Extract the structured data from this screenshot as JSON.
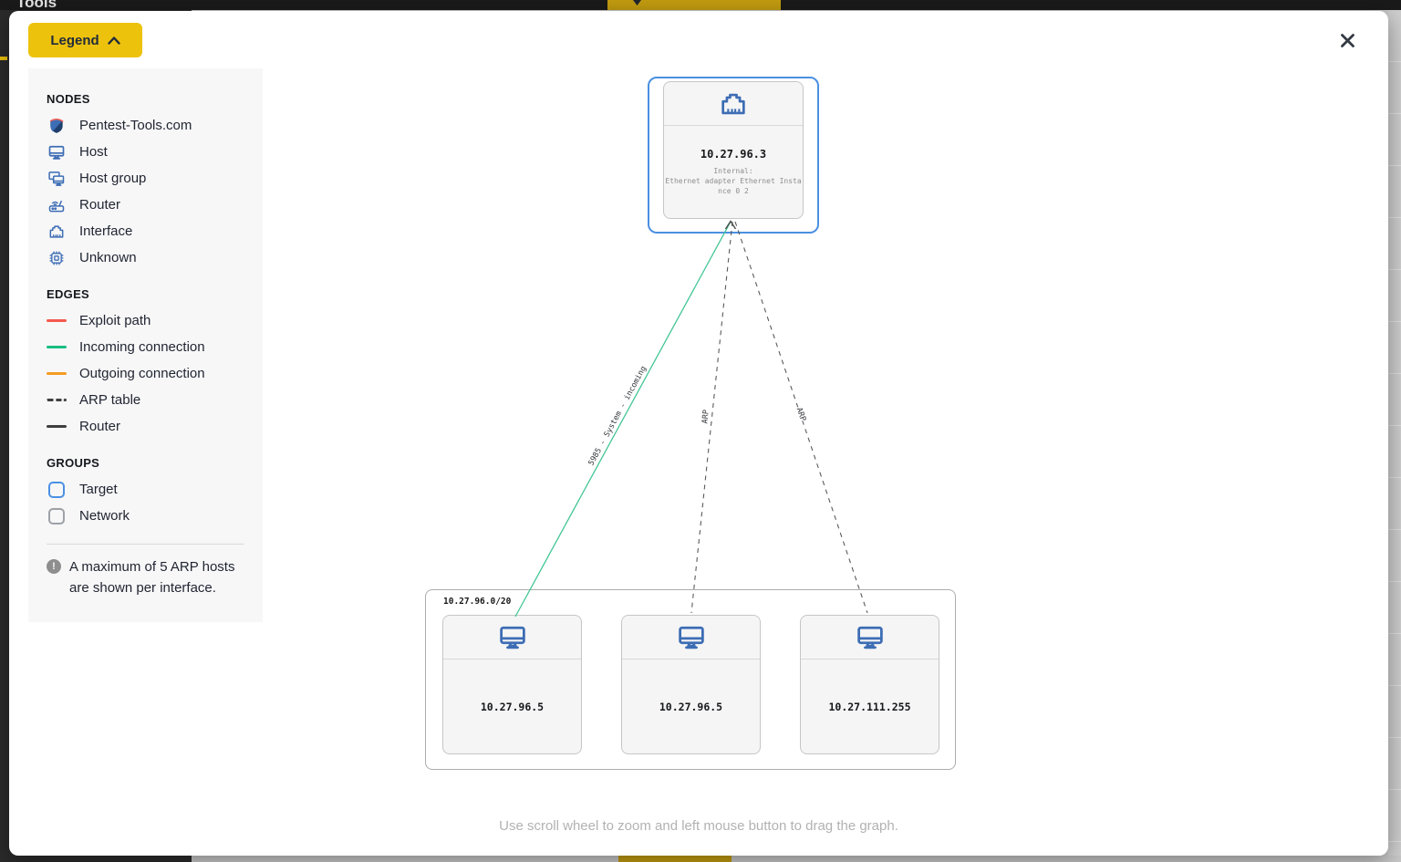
{
  "page": {
    "header_title": "Tools",
    "hint": "Use scroll wheel to zoom and left mouse button to drag the graph."
  },
  "legend": {
    "button_label": "Legend",
    "nodes": {
      "title": "NODES",
      "items": [
        {
          "icon": "pentest-tools-logo",
          "label": "Pentest-Tools.com"
        },
        {
          "icon": "host-monitor",
          "label": "Host"
        },
        {
          "icon": "host-group-monitors",
          "label": "Host group"
        },
        {
          "icon": "router",
          "label": "Router"
        },
        {
          "icon": "ethernet-interface",
          "label": "Interface"
        },
        {
          "icon": "unknown-chip",
          "label": "Unknown"
        }
      ]
    },
    "edges": {
      "title": "EDGES",
      "items": [
        {
          "label": "Exploit path",
          "color": "#f4584e",
          "style": "solid"
        },
        {
          "label": "Incoming connection",
          "color": "#18bd7f",
          "style": "solid"
        },
        {
          "label": "Outgoing connection",
          "color": "#f59c20",
          "style": "solid"
        },
        {
          "label": "ARP table",
          "color": "#3f3f3f",
          "style": "dashed"
        },
        {
          "label": "Router",
          "color": "#3f3f3f",
          "style": "solid"
        }
      ]
    },
    "groups": {
      "title": "GROUPS",
      "items": [
        {
          "label": "Target",
          "color": "#4a90e2"
        },
        {
          "label": "Network",
          "color": "#9da1a6"
        }
      ]
    },
    "note": "A maximum of 5 ARP hosts are shown per interface."
  },
  "graph": {
    "interface_node": {
      "ip": "10.27.96.3",
      "details": [
        "Internal:",
        "Ethernet adapter Ethernet Insta",
        "nce 0 2"
      ]
    },
    "network_group": {
      "label": "10.27.96.0/20",
      "hosts": [
        "10.27.96.5",
        "10.27.96.5",
        "10.27.111.255"
      ]
    },
    "edges": [
      {
        "label": "5985 - System - incoming",
        "type": "incoming-connection"
      },
      {
        "label": "ARP",
        "type": "arp-table"
      },
      {
        "label": "ARP",
        "type": "arp-table"
      }
    ]
  },
  "colors": {
    "accent_yellow": "#edc20d",
    "node_icon_blue": "#3d6db4",
    "target_group_blue": "#4a90e2",
    "incoming_green": "#18bd7f",
    "exploit_red": "#f4584e",
    "outgoing_orange": "#f59c20"
  }
}
